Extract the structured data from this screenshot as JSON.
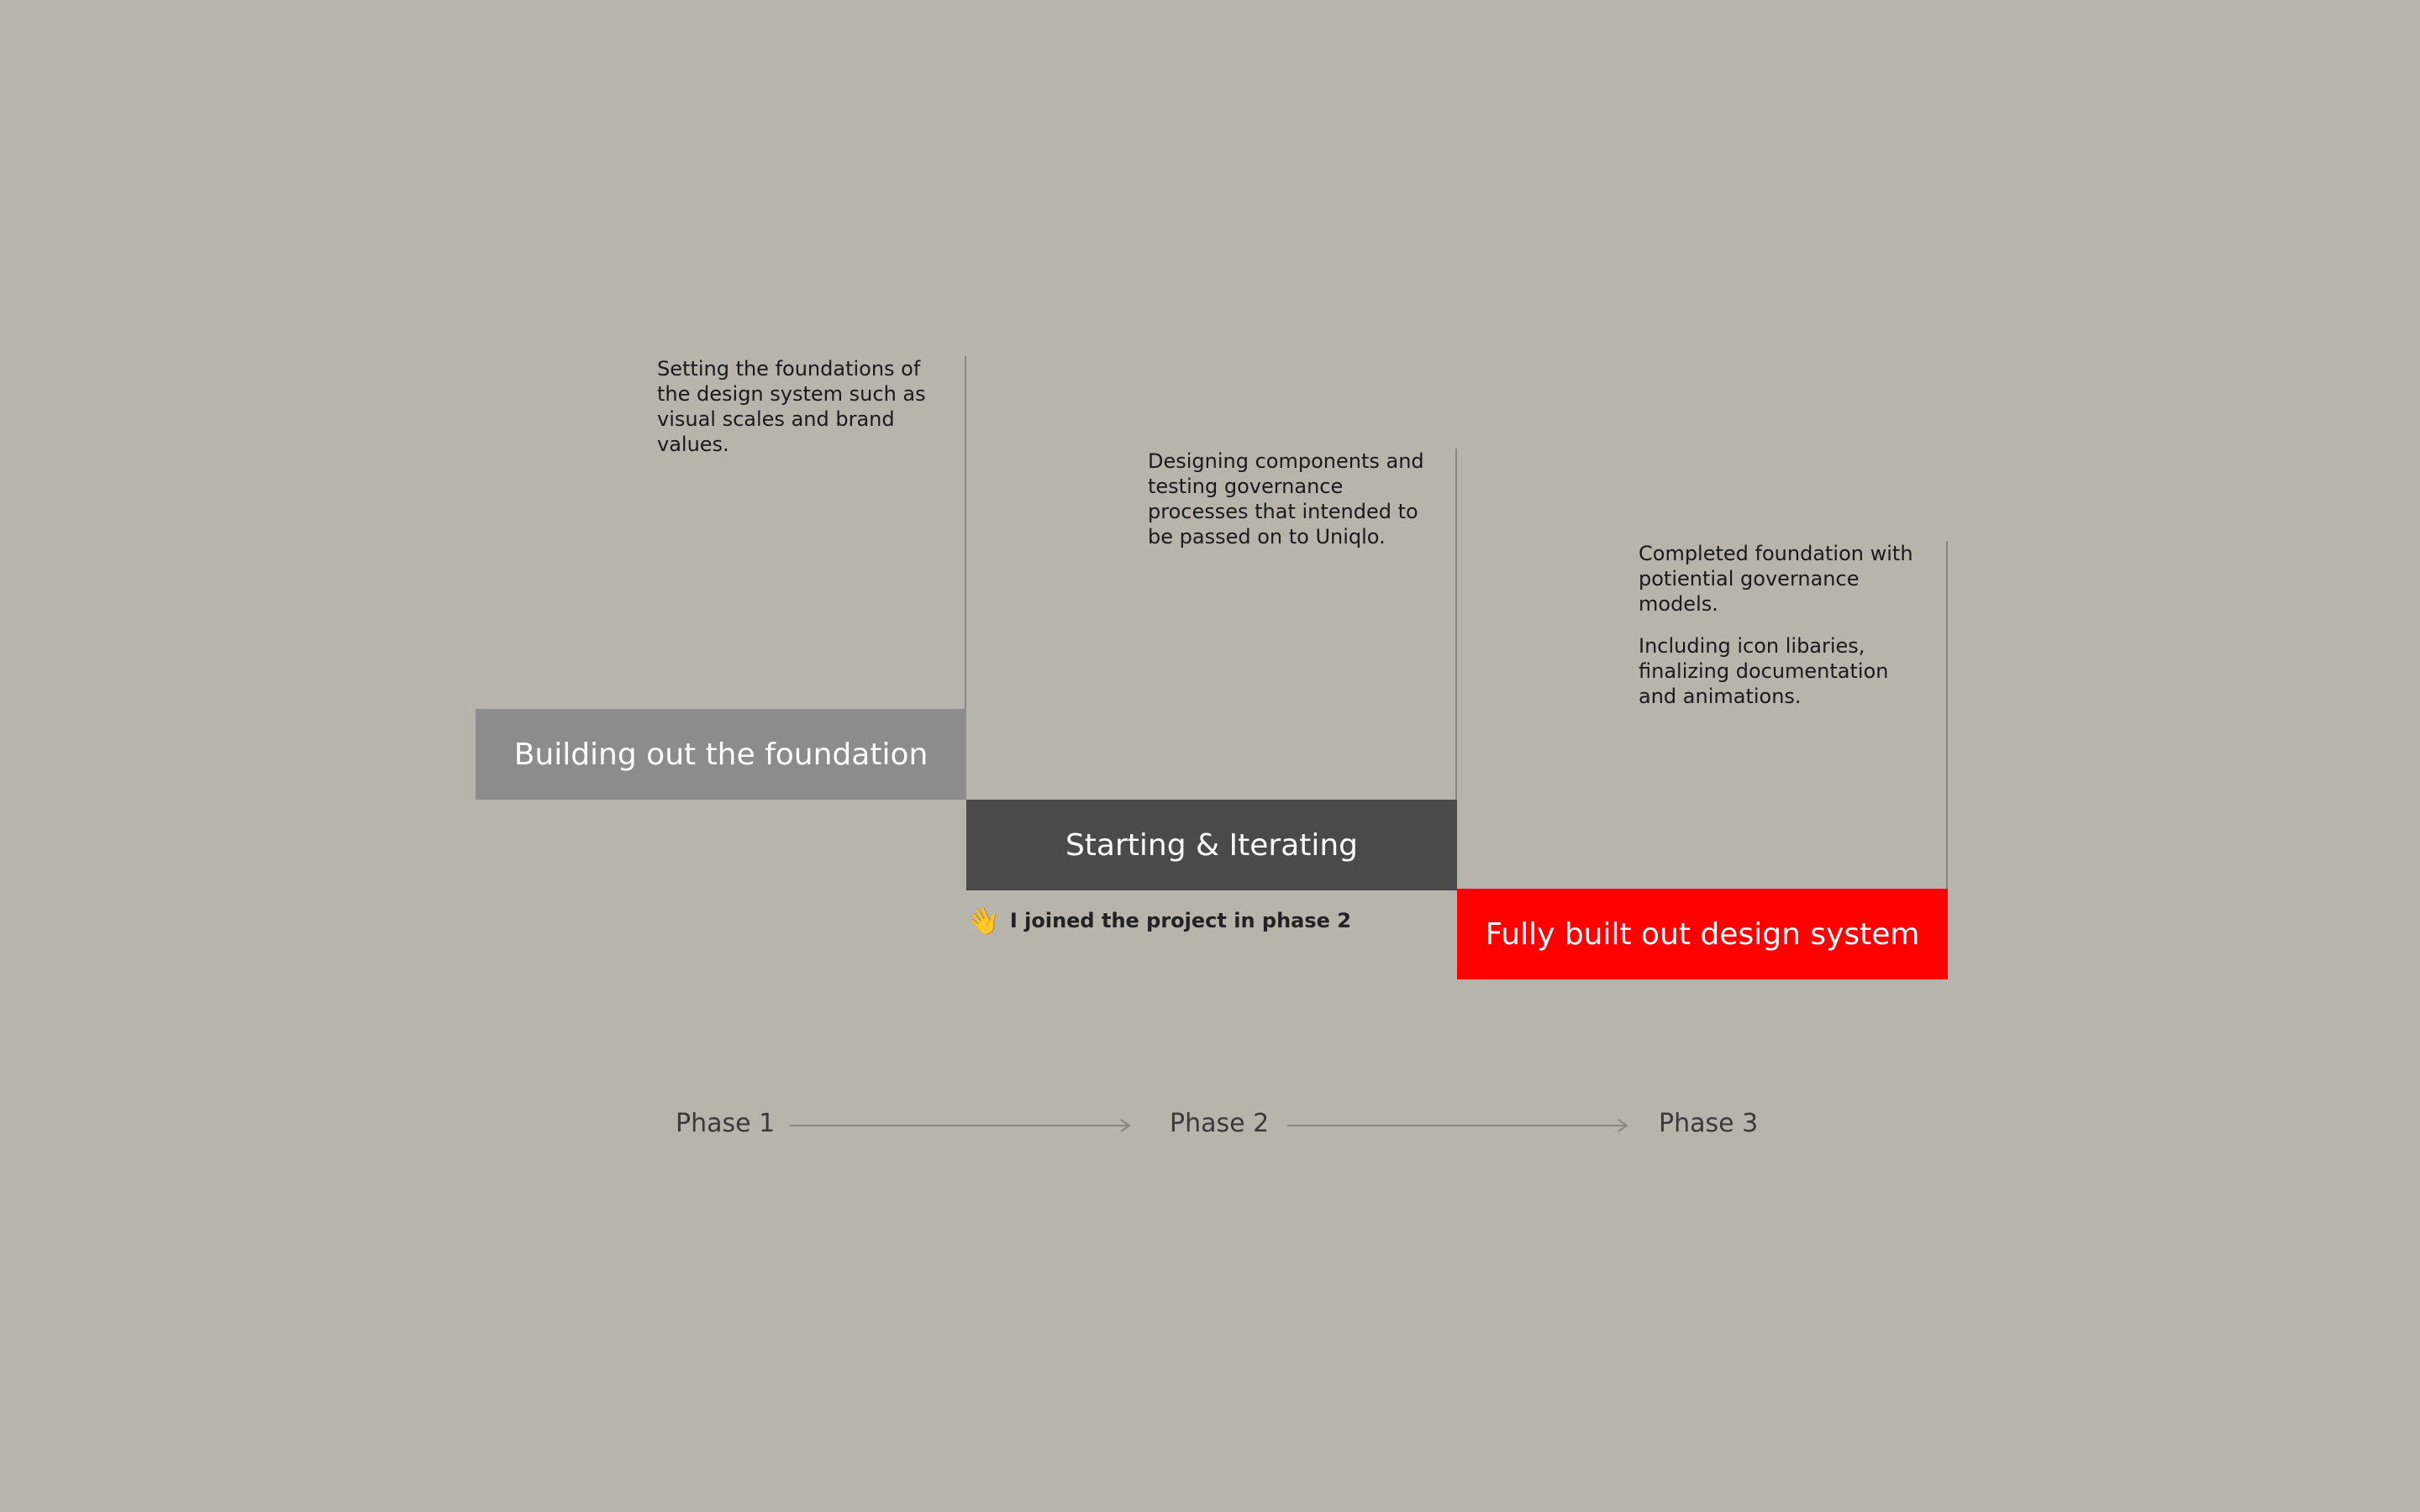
{
  "steps": [
    {
      "label": "Building out the foundation",
      "color": "#8c8c8c"
    },
    {
      "label": "Starting & Iterating",
      "color": "#4a4a4a"
    },
    {
      "label": "Fully built out design system",
      "color": "#ff0000"
    }
  ],
  "descriptions": {
    "phase1": "Setting the foundations of the design system such as visual scales and brand values.",
    "phase2": "Designing components and testing governance processes that intended to be passed on to Uniqlo.",
    "phase3_p1": "Completed foundation with potiential governance models.",
    "phase3_p2": "Including icon libaries, finalizing documentation and animations."
  },
  "note": {
    "icon": "waving-hand-icon",
    "emoji": "👋",
    "text": "I joined the project in phase 2"
  },
  "phases": [
    "Phase 1",
    "Phase 2",
    "Phase 3"
  ],
  "colors": {
    "background": "#b7b4ac",
    "line": "#8a8782",
    "accent": "#ff0000"
  }
}
